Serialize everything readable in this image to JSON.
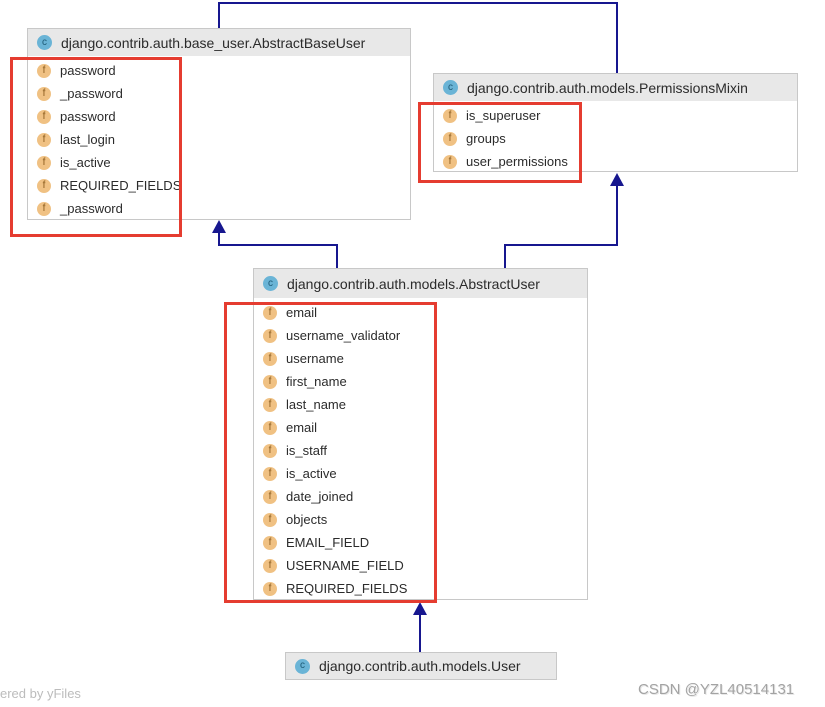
{
  "icons": {
    "class_letter": "c",
    "field_letter": "f"
  },
  "classes": [
    {
      "name": "django.contrib.auth.base_user.AbstractBaseUser",
      "fields": [
        "password",
        "_password",
        "password",
        "last_login",
        "is_active",
        "REQUIRED_FIELDS",
        "_password"
      ]
    },
    {
      "name": "django.contrib.auth.models.PermissionsMixin",
      "fields": [
        "is_superuser",
        "groups",
        "user_permissions"
      ]
    },
    {
      "name": "django.contrib.auth.models.AbstractUser",
      "fields": [
        "email",
        "username_validator",
        "username",
        "first_name",
        "last_name",
        "email",
        "is_staff",
        "is_active",
        "date_joined",
        "objects",
        "EMAIL_FIELD",
        "USERNAME_FIELD",
        "REQUIRED_FIELDS"
      ]
    },
    {
      "name": "django.contrib.auth.models.User",
      "fields": []
    }
  ],
  "edges": [
    {
      "from": "django.contrib.auth.models.AbstractUser",
      "to": "django.contrib.auth.base_user.AbstractBaseUser",
      "type": "inheritance"
    },
    {
      "from": "django.contrib.auth.models.AbstractUser",
      "to": "django.contrib.auth.models.PermissionsMixin",
      "type": "inheritance"
    },
    {
      "from": "django.contrib.auth.models.User",
      "to": "django.contrib.auth.models.AbstractUser",
      "type": "inheritance"
    },
    {
      "from": "django.contrib.auth.base_user.AbstractBaseUser",
      "to": "(off-screen above)",
      "type": "inheritance"
    },
    {
      "from": "django.contrib.auth.models.PermissionsMixin",
      "to": "(off-screen above)",
      "type": "inheritance"
    }
  ],
  "watermarks": {
    "bottom_left": "ered by yFiles",
    "bottom_right": "CSDN @YZL40514131"
  },
  "colors": {
    "highlight_red": "#e53c30",
    "edge_navy": "#17178f",
    "class_icon_blue": "#6ab4d6",
    "field_icon_orange": "#f0c183",
    "header_gray": "#e8e8e8",
    "box_border_gray": "#c8c8c8"
  }
}
